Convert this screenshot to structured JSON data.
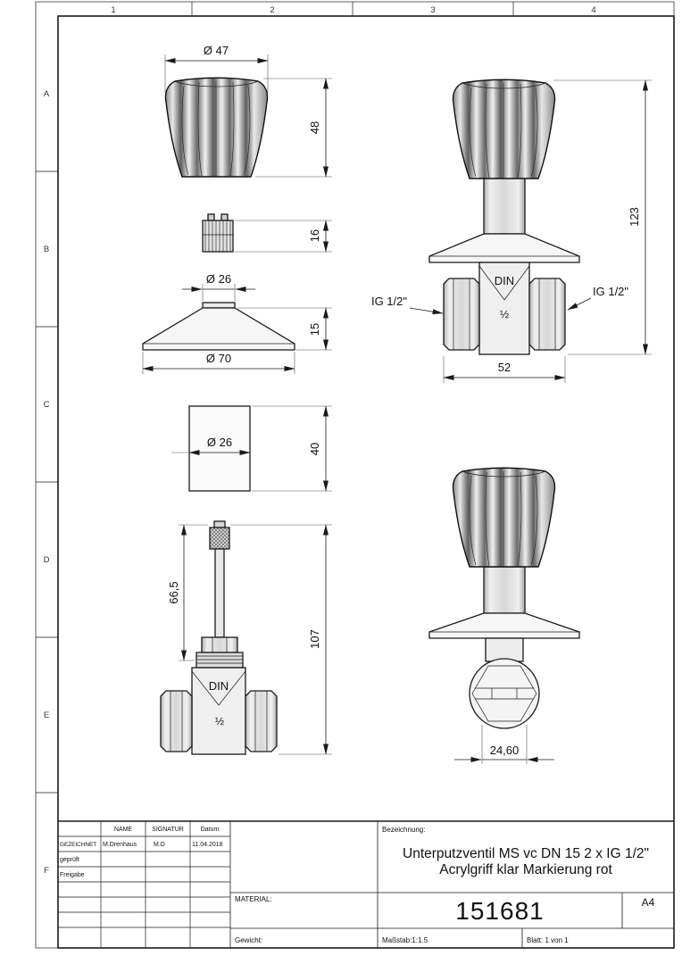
{
  "frame": {
    "columns": [
      "1",
      "2",
      "3",
      "4"
    ],
    "rows": [
      "A",
      "B",
      "C",
      "D",
      "E",
      "F"
    ]
  },
  "dims": {
    "handle_dia": "Ø 47",
    "handle_height": "48",
    "spline_height": "16",
    "rosette_top_dia": "Ø 26",
    "rosette_height": "15",
    "rosette_dia": "Ø 70",
    "sleeve_dia": "Ø 26",
    "sleeve_height": "40",
    "stem_length": "66,5",
    "insert_length": "107",
    "assembly_height": "123",
    "thread_left": "IG 1/2\"",
    "thread_right": "IG 1/2\"",
    "body_width": "52",
    "hex_width": "24,60"
  },
  "markings": {
    "din": "DIN",
    "size": "½"
  },
  "titleblock": {
    "header": {
      "name": "NAME",
      "signatur": "SIGNATUR",
      "datum": "Datum"
    },
    "rows": {
      "drawn_label": "GEZEICHNET",
      "drawn_name": "M.Drenhaus",
      "drawn_signatur": "M.D",
      "drawn_datum": "11.04.2018",
      "checked_label": "geprüft",
      "released_label": "Freigabe"
    },
    "bezeichnung_label": "Bezeichnung:",
    "title_line1": "Unterputzventil MS vc DN 15 2 x IG 1/2\"",
    "title_line2": "Acrylgriff klar Markierung rot",
    "material_label": "MATERIAL:",
    "part_number": "151681",
    "format": "A4",
    "weight_label": "Gewicht:",
    "scale": "Maßstab:1:1.5",
    "sheet": "Blatt: 1 von 1"
  }
}
